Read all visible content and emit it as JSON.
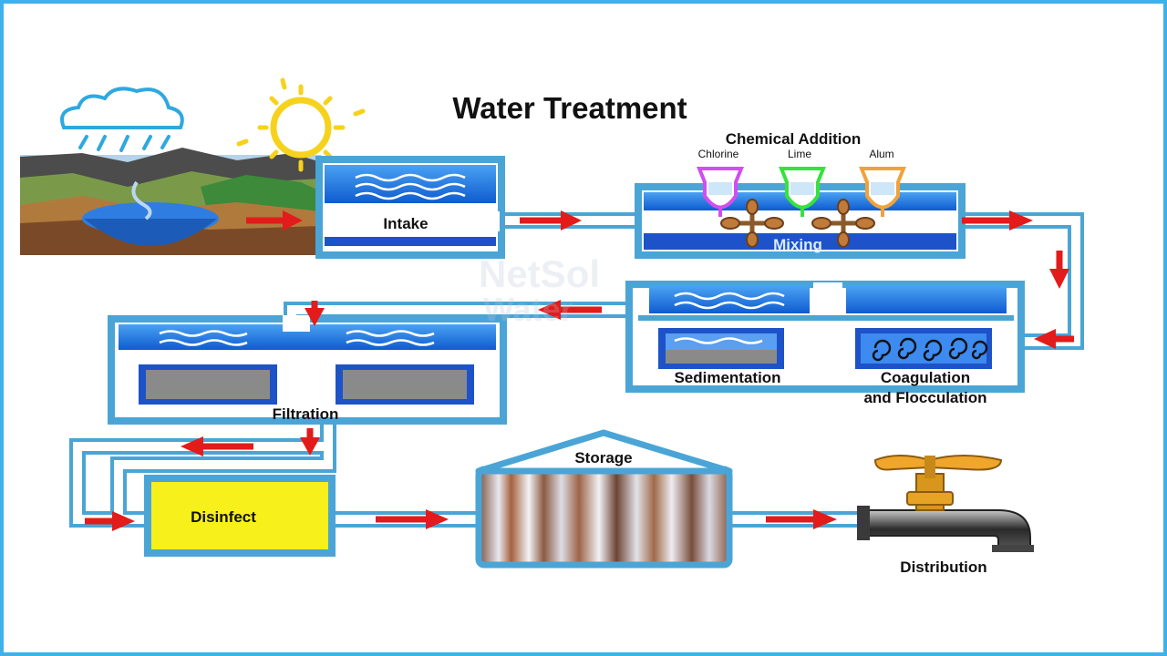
{
  "title": "Water Treatment",
  "chemical_addition": {
    "heading": "Chemical Addition",
    "chemicals": [
      {
        "label": "Chlorine",
        "color": "#d24df0"
      },
      {
        "label": "Lime",
        "color": "#36e23b"
      },
      {
        "label": "Alum",
        "color": "#f0a23a"
      }
    ]
  },
  "stages": {
    "intake": "Intake",
    "mixing": "Mixing",
    "sedimentation": "Sedimentation",
    "coagulation_line1": "Coagulation",
    "coagulation_line2": "and Flocculation",
    "filtration": "Filtration",
    "disinfect": "Disinfect",
    "storage": "Storage",
    "distribution": "Distribution"
  },
  "watermark": {
    "line1": "NetSol",
    "line2": "Water"
  },
  "colors": {
    "frame": "#3fb1ea",
    "pipe": "#4aa5d6",
    "water": "#1d6fe0",
    "arrow": "#e31b1b",
    "disinfect_fill": "#f7f01a",
    "sun": "#f7d21c"
  },
  "icons": [
    "cloud-icon",
    "sun-icon",
    "rain-icon",
    "mixer-icon",
    "faucet-icon",
    "floc-swirl-icon"
  ]
}
